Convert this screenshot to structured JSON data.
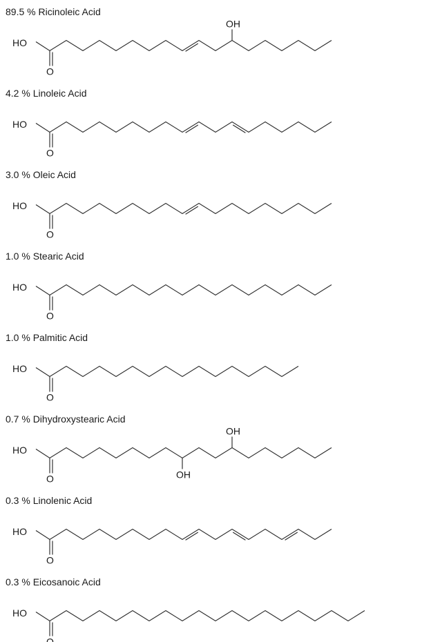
{
  "molecules": [
    {
      "label": "89.5 % Ricinoleic Acid",
      "segments": 18,
      "double_bonds": [
        9
      ],
      "substituents": [
        {
          "text": "OH",
          "atom": 12
        }
      ]
    },
    {
      "label": "4.2 % Linoleic Acid",
      "segments": 18,
      "double_bonds": [
        9,
        12
      ],
      "substituents": []
    },
    {
      "label": "3.0 % Oleic Acid",
      "segments": 18,
      "double_bonds": [
        9
      ],
      "substituents": []
    },
    {
      "label": "1.0 % Stearic Acid",
      "segments": 18,
      "double_bonds": [],
      "substituents": []
    },
    {
      "label": "1.0 % Palmitic Acid",
      "segments": 16,
      "double_bonds": [],
      "substituents": []
    },
    {
      "label": "0.7 % Dihydroxystearic Acid",
      "segments": 18,
      "double_bonds": [],
      "substituents": [
        {
          "text": "OH",
          "atom": 9
        },
        {
          "text": "OH",
          "atom": 12
        }
      ]
    },
    {
      "label": "0.3 % Linolenic Acid",
      "segments": 18,
      "double_bonds": [
        9,
        12,
        15
      ],
      "substituents": []
    },
    {
      "label": "0.3 % Eicosanoic Acid",
      "segments": 20,
      "double_bonds": [],
      "substituents": []
    }
  ],
  "atoms": {
    "hydroxyl": "HO",
    "carbonyl": "O"
  }
}
